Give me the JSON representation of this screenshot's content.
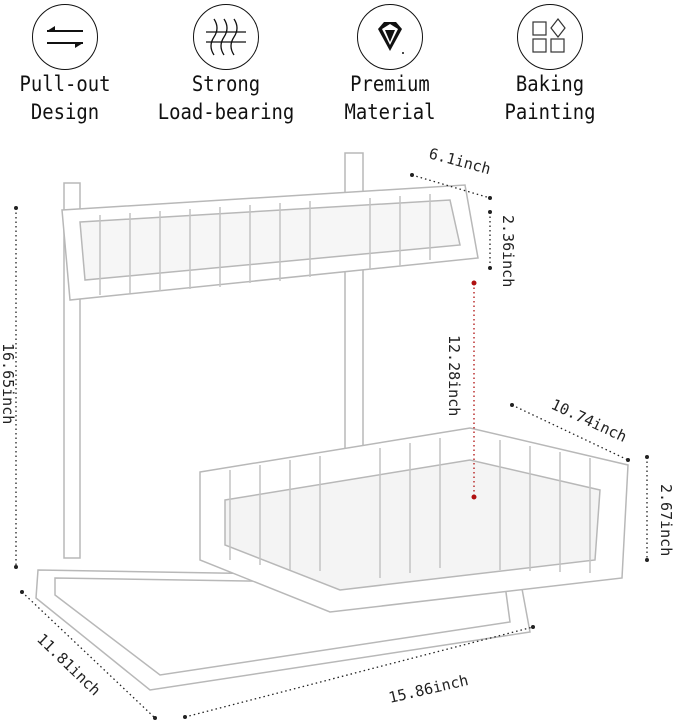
{
  "features": [
    {
      "icon": "pull-out-arrows-icon",
      "line1": "Pull-out",
      "line2": "Design"
    },
    {
      "icon": "load-bearing-icon",
      "line1": "Strong",
      "line2": "Load-bearing"
    },
    {
      "icon": "diamond-icon",
      "line1": "Premium",
      "line2": "Material"
    },
    {
      "icon": "shapes-icon",
      "line1": "Baking",
      "line2": "Painting"
    }
  ],
  "dimensions": {
    "top_depth": "6.1inch",
    "top_height": "2.36inch",
    "total_height": "16.65inch",
    "shelf_gap": "12.28inch",
    "bottom_depth": "10.74inch",
    "bottom_height": "2.67inch",
    "base_depth": "11.81inch",
    "base_width": "15.86inch"
  },
  "colors": {
    "gap_marker": "#b01010",
    "rack": "#ffffff",
    "outline": "#b8b8b8"
  }
}
